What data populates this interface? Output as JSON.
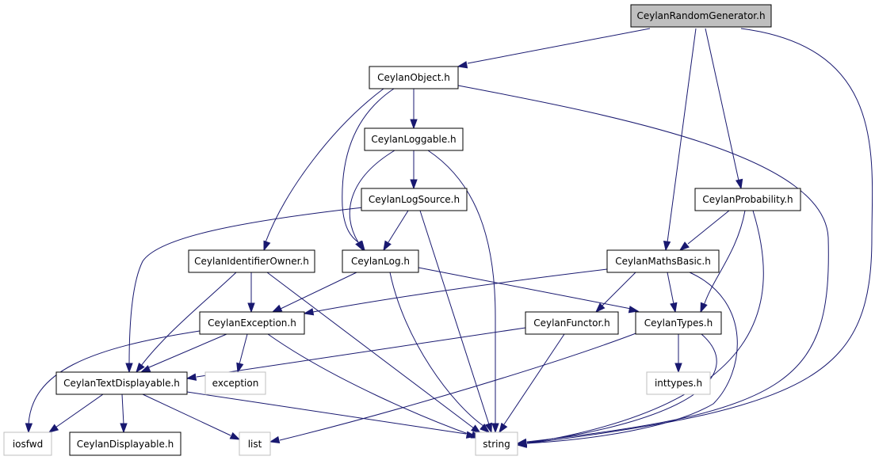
{
  "colors": {
    "edge": "#191970",
    "node_border": "#000000",
    "external_border": "#bfbfbf",
    "root_fill": "#bfbfbf",
    "node_fill": "#ffffff",
    "label": "#000000"
  },
  "nodes": {
    "random_generator": {
      "label": "CeylanRandomGenerator.h",
      "kind": "root"
    },
    "object": {
      "label": "CeylanObject.h",
      "kind": "local"
    },
    "loggable": {
      "label": "CeylanLoggable.h",
      "kind": "local"
    },
    "log_source": {
      "label": "CeylanLogSource.h",
      "kind": "local"
    },
    "probability": {
      "label": "CeylanProbability.h",
      "kind": "local"
    },
    "identifier_owner": {
      "label": "CeylanIdentifierOwner.h",
      "kind": "local"
    },
    "log": {
      "label": "CeylanLog.h",
      "kind": "local"
    },
    "maths_basic": {
      "label": "CeylanMathsBasic.h",
      "kind": "local"
    },
    "exception": {
      "label": "CeylanException.h",
      "kind": "local"
    },
    "functor": {
      "label": "CeylanFunctor.h",
      "kind": "local"
    },
    "types": {
      "label": "CeylanTypes.h",
      "kind": "local"
    },
    "text_displayable": {
      "label": "CeylanTextDisplayable.h",
      "kind": "local"
    },
    "std_exception": {
      "label": "exception",
      "kind": "external"
    },
    "inttypes": {
      "label": "inttypes.h",
      "kind": "external"
    },
    "iosfwd": {
      "label": "iosfwd",
      "kind": "external"
    },
    "displayable": {
      "label": "CeylanDisplayable.h",
      "kind": "local"
    },
    "list": {
      "label": "list",
      "kind": "external"
    },
    "string": {
      "label": "string",
      "kind": "external"
    }
  }
}
